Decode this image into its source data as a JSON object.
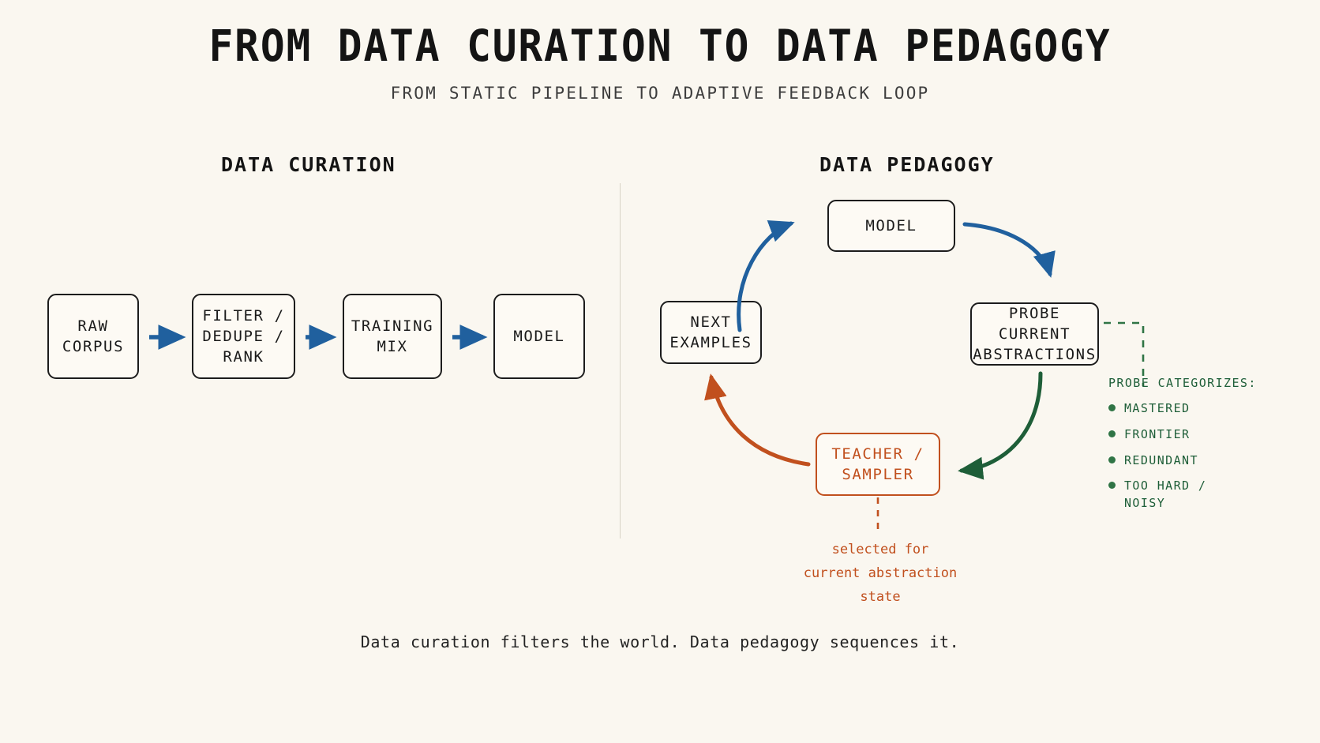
{
  "header": {
    "title": "FROM DATA CURATION TO DATA PEDAGOGY",
    "subtitle": "FROM STATIC PIPELINE TO ADAPTIVE FEEDBACK LOOP"
  },
  "sections": {
    "curation_heading": "DATA CURATION",
    "pedagogy_heading": "DATA PEDAGOGY"
  },
  "curation_pipeline": {
    "nodes": [
      {
        "id": "raw-corpus",
        "label": "RAW\nCORPUS"
      },
      {
        "id": "filter-dedupe-rank",
        "label": "FILTER /\nDEDUPE /\nRANK"
      },
      {
        "id": "training-mix",
        "label": "TRAINING\nMIX"
      },
      {
        "id": "model",
        "label": "MODEL"
      }
    ],
    "arrow_color": "#20609e"
  },
  "pedagogy_cycle": {
    "nodes": [
      {
        "id": "model",
        "label": "MODEL"
      },
      {
        "id": "probe-current-abstractions",
        "label": "PROBE CURRENT\nABSTRACTIONS"
      },
      {
        "id": "teacher-sampler",
        "label": "TEACHER /\nSAMPLER"
      },
      {
        "id": "next-examples",
        "label": "NEXT\nEXAMPLES"
      }
    ],
    "arrow_colors": {
      "model_to_probe": "#20609e",
      "next_to_model": "#20609e",
      "probe_to_teacher": "#1e5e38",
      "teacher_to_next": "#c1501e"
    }
  },
  "legend": {
    "title": "PROBE CATEGORIZES:",
    "color": "#2f7445",
    "items": [
      {
        "label": "MASTERED"
      },
      {
        "label": "FRONTIER"
      },
      {
        "label": "REDUNDANT"
      },
      {
        "label": "TOO HARD /\nNOISY"
      }
    ]
  },
  "teacher_caption": {
    "text": "selected for\ncurrent abstraction state",
    "color": "#c1501e"
  },
  "footer": {
    "text": "Data curation filters the world. Data pedagogy sequences it."
  },
  "palette": {
    "background": "#faf7f0",
    "ink": "#1a1a1a",
    "blue": "#20609e",
    "green": "#1e5e38",
    "orange": "#c1501e"
  }
}
